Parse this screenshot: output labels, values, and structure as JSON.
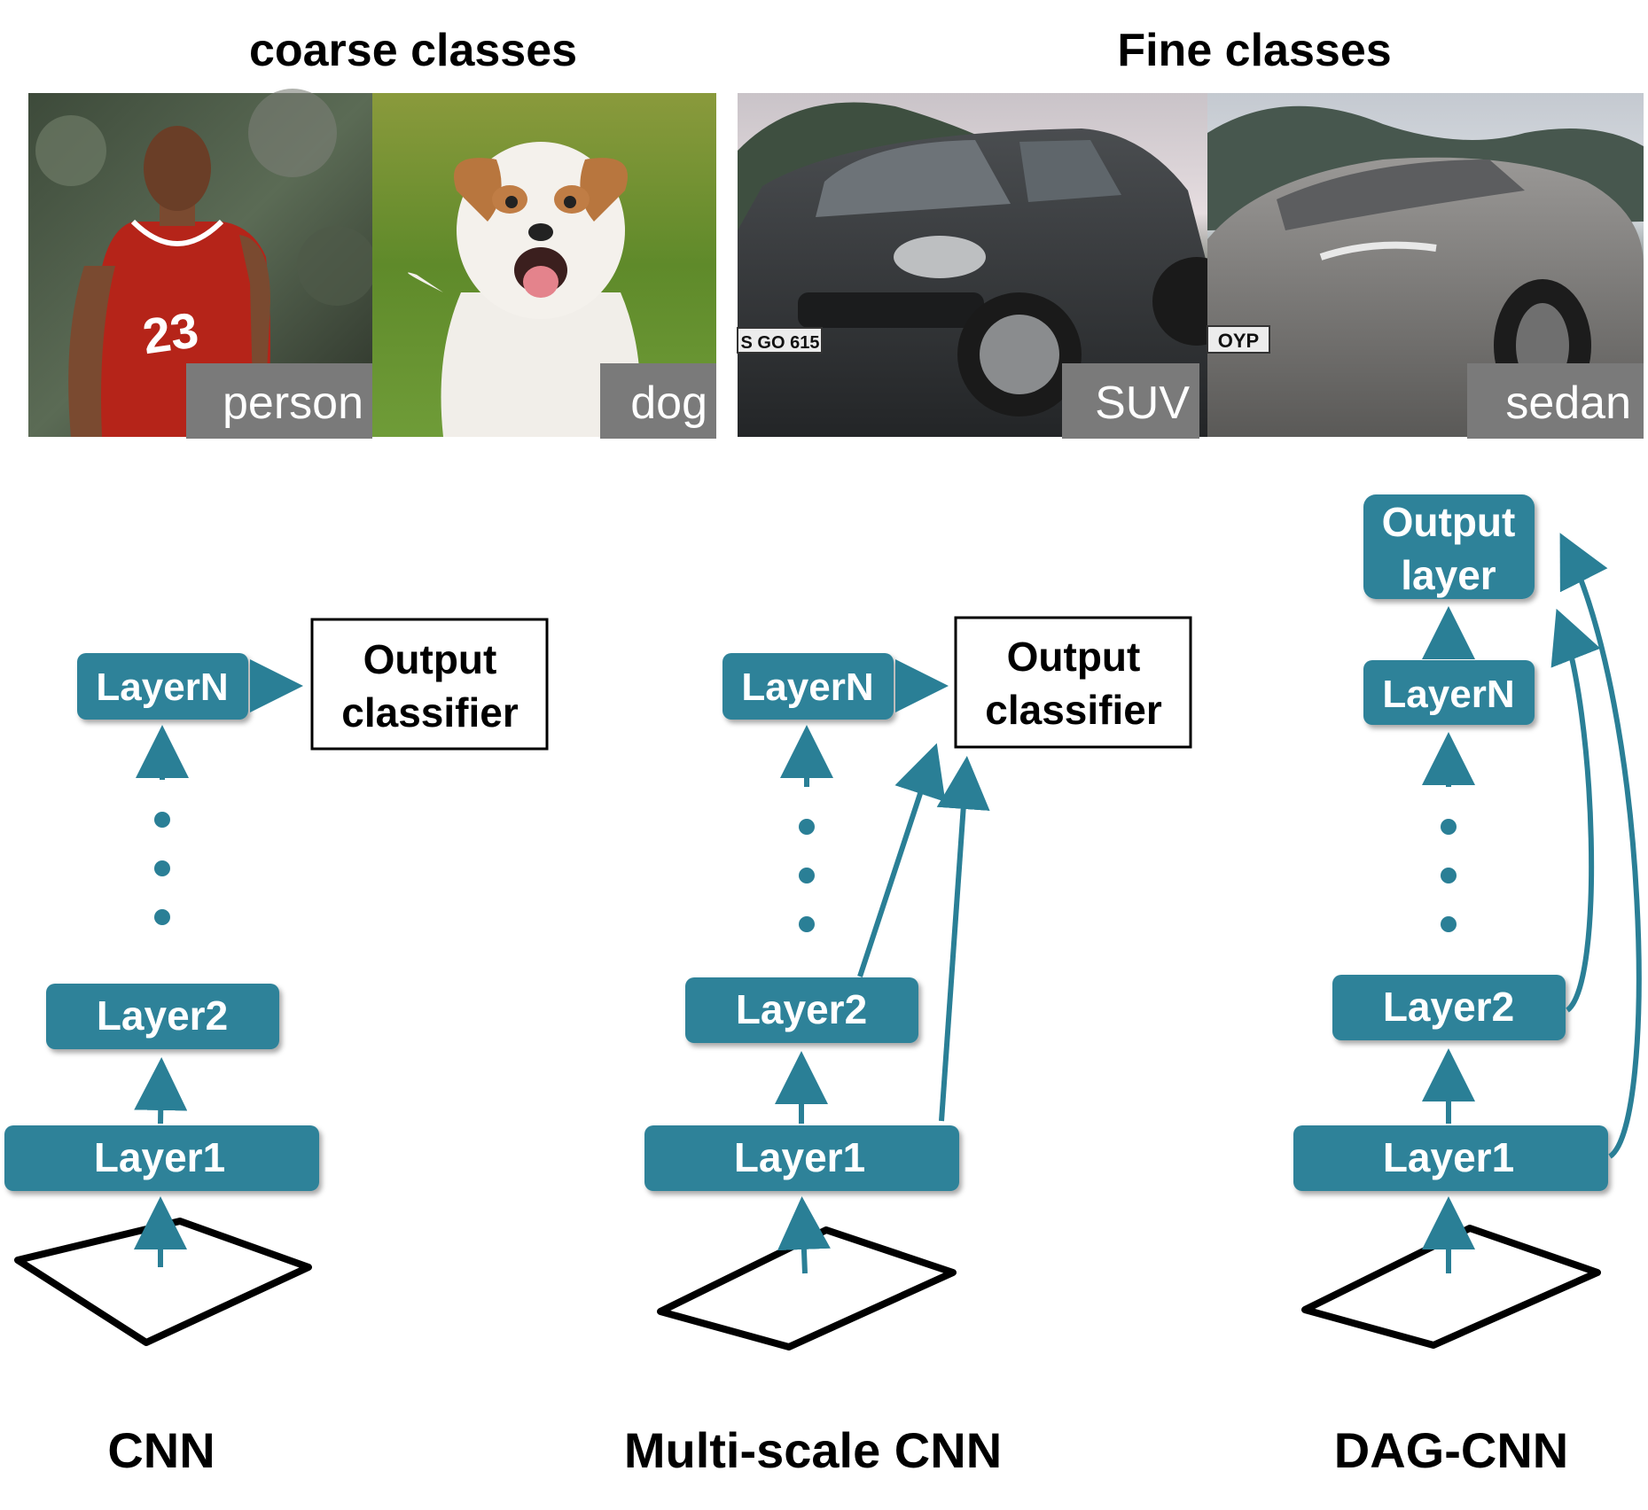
{
  "headings": {
    "coarse": "coarse classes",
    "fine": "Fine classes"
  },
  "images": [
    {
      "label": "person",
      "icon": "person-photo"
    },
    {
      "label": "dog",
      "icon": "dog-photo"
    },
    {
      "label": "SUV",
      "icon": "suv-car-photo",
      "plate": "S GO 615"
    },
    {
      "label": "sedan",
      "icon": "sedan-car-photo",
      "plate": "OYP"
    }
  ],
  "colors": {
    "layer_fill": "#2e8299",
    "arrow": "#2a7f96",
    "label_bg": "#7a7a7a"
  },
  "diagrams": {
    "cnn": {
      "caption": "CNN",
      "layers": {
        "n": "LayerN",
        "two": "Layer2",
        "one": "Layer1"
      },
      "output": {
        "line1": "Output",
        "line2": "classifier"
      }
    },
    "multiscale": {
      "caption": "Multi-scale CNN",
      "layers": {
        "n": "LayerN",
        "two": "Layer2",
        "one": "Layer1"
      },
      "output": {
        "line1": "Output",
        "line2": "classifier"
      }
    },
    "dag": {
      "caption": "DAG-CNN",
      "layers": {
        "n": "LayerN",
        "two": "Layer2",
        "one": "Layer1"
      },
      "output": {
        "line1": "Output",
        "line2": "layer"
      }
    }
  }
}
